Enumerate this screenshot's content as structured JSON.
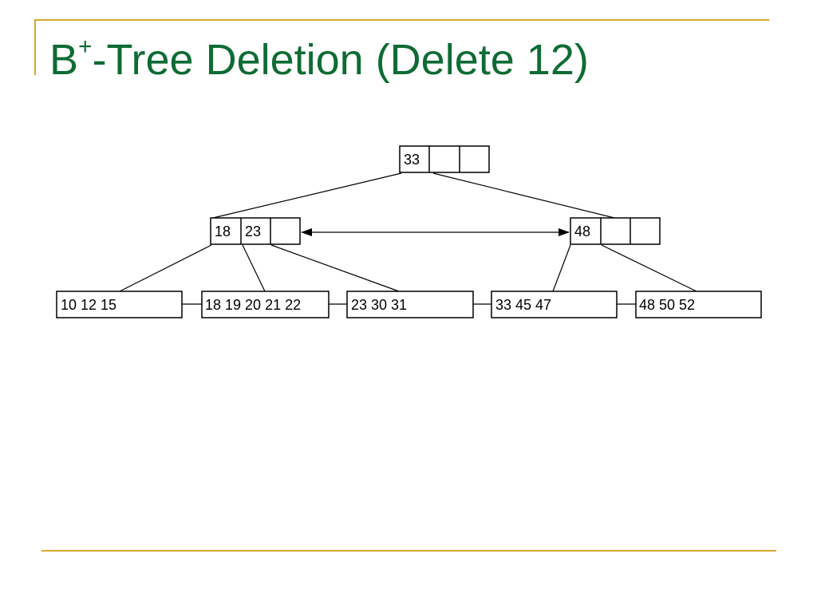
{
  "title": {
    "prefix": "B",
    "superscript": "+",
    "suffix": "-Tree Deletion (Delete 12)"
  },
  "colors": {
    "title": "#0e6b34",
    "rule": "#d4a92a",
    "ink": "#000000"
  },
  "tree": {
    "root": {
      "keys": [
        "33",
        "",
        ""
      ]
    },
    "internal_left": {
      "keys": [
        "18",
        "23",
        ""
      ]
    },
    "internal_right": {
      "keys": [
        "48",
        "",
        ""
      ]
    },
    "leaves": [
      {
        "text": "10 12 15"
      },
      {
        "text": "18 19 20 21 22"
      },
      {
        "text": "23 30 31"
      },
      {
        "text": "33 45 47"
      },
      {
        "text": "48 50 52"
      }
    ]
  }
}
